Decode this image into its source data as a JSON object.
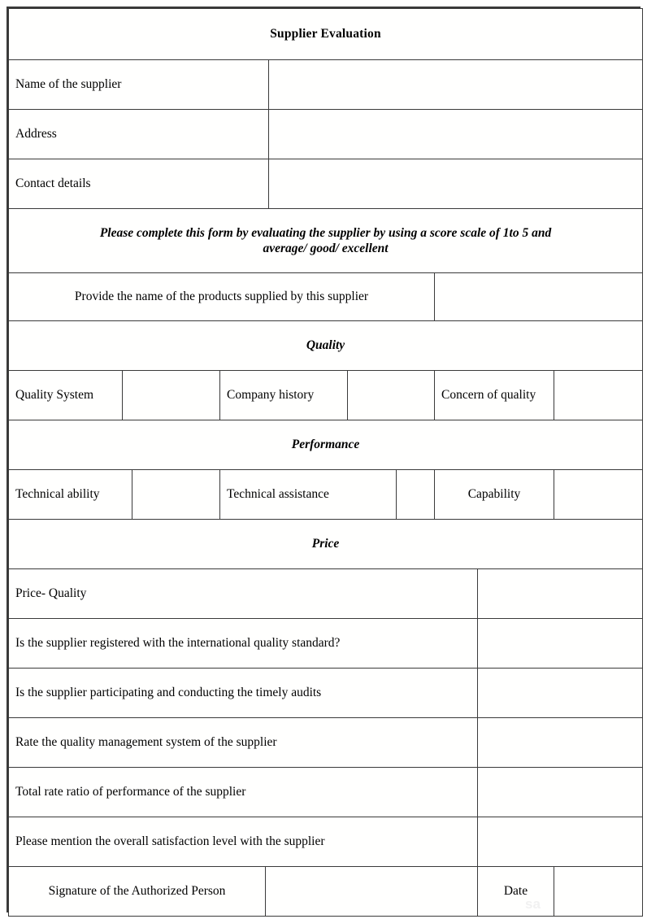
{
  "document": {
    "title": "Supplier Evaluation",
    "watermark": "sa"
  },
  "colors": {
    "header_fill": "#96b5de",
    "label_fill": "#cbdcf4",
    "blank_fill": "#fefefe",
    "border": "#3a3a3a",
    "text": "#000000"
  },
  "identity": {
    "rows": [
      {
        "label": "Name of the supplier",
        "value": ""
      },
      {
        "label": "Address",
        "value": ""
      },
      {
        "label": "Contact details",
        "value": ""
      }
    ]
  },
  "instruction": {
    "line1": "Please complete this form by evaluating the supplier by using a score scale of 1to 5 and",
    "line2": "average/ good/ excellent"
  },
  "products": {
    "label": "Provide the name of the products supplied by this supplier",
    "value": ""
  },
  "sections": [
    {
      "title": "Quality",
      "items": [
        {
          "label": "Quality System",
          "value": ""
        },
        {
          "label": "Company history",
          "value": ""
        },
        {
          "label": "Concern of quality",
          "value": ""
        }
      ]
    },
    {
      "title": "Performance",
      "items": [
        {
          "label": "Technical ability",
          "value": ""
        },
        {
          "label": "Technical assistance",
          "value": ""
        },
        {
          "label": "Capability",
          "value": ""
        }
      ]
    },
    {
      "title": "Price",
      "items": []
    }
  ],
  "questions": [
    {
      "label": "Price- Quality",
      "value": ""
    },
    {
      "label": "Is the supplier registered with the international quality standard?",
      "value": ""
    },
    {
      "label": "Is the supplier participating and conducting the timely audits",
      "value": ""
    },
    {
      "label": "Rate the quality management system of the supplier",
      "value": ""
    },
    {
      "label": "Total rate ratio of performance of the supplier",
      "value": ""
    },
    {
      "label": "Please mention the overall satisfaction level with the supplier",
      "value": ""
    }
  ],
  "footer": {
    "signature_label": "Signature of the Authorized Person",
    "signature_value": "",
    "date_label": "Date",
    "date_value": ""
  }
}
